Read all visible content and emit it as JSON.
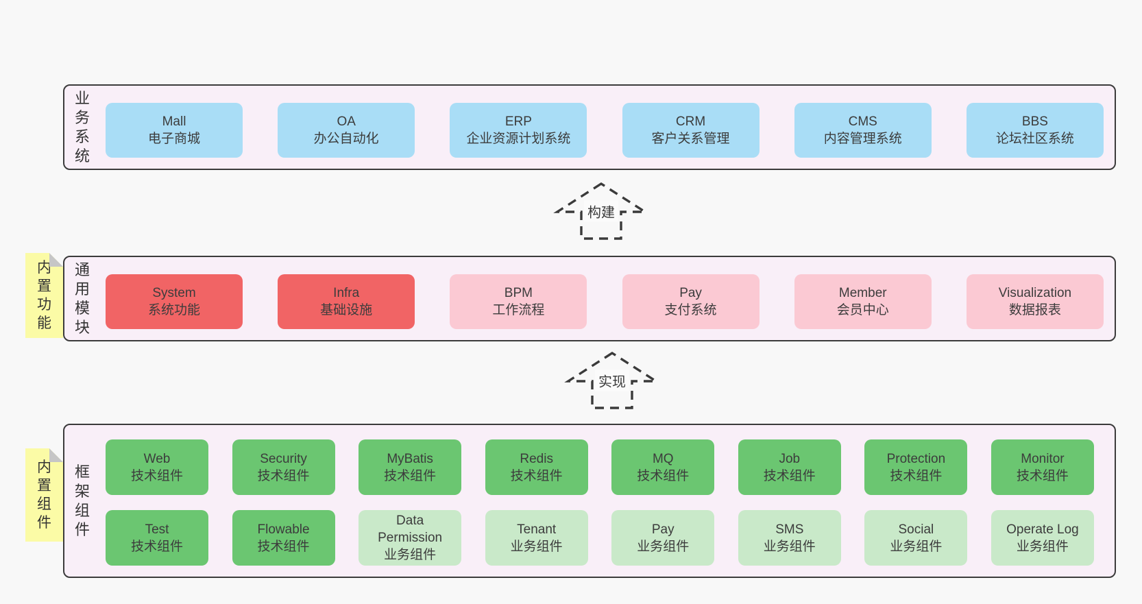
{
  "colors": {
    "page_bg": "#f8f8f8",
    "section_bg": "#f9eff8",
    "section_border": "#3b3b3b",
    "blue": "#a9ddf6",
    "red": "#f16465",
    "pink": "#fbc9d3",
    "green": "#6bc671",
    "lightgreen": "#c9e9c9",
    "yellow": "#fbfba6",
    "fold_gray": "#c6c6c6",
    "text": "#3c3c3c"
  },
  "sections": [
    {
      "id": "business-systems",
      "label": "业务系统",
      "rows": [
        [
          {
            "name": "Mall",
            "desc": "电子商城",
            "variant": "blue"
          },
          {
            "name": "OA",
            "desc": "办公自动化",
            "variant": "blue"
          },
          {
            "name": "ERP",
            "desc": "企业资源计划系统",
            "variant": "blue"
          },
          {
            "name": "CRM",
            "desc": "客户关系管理",
            "variant": "blue"
          },
          {
            "name": "CMS",
            "desc": "内容管理系统",
            "variant": "blue"
          },
          {
            "name": "BBS",
            "desc": "论坛社区系统",
            "variant": "blue"
          }
        ]
      ]
    },
    {
      "id": "common-modules",
      "label": "通用模块",
      "note": "内置功能",
      "rows": [
        [
          {
            "name": "System",
            "desc": "系统功能",
            "variant": "red"
          },
          {
            "name": "Infra",
            "desc": "基础设施",
            "variant": "red"
          },
          {
            "name": "BPM",
            "desc": "工作流程",
            "variant": "pink"
          },
          {
            "name": "Pay",
            "desc": "支付系统",
            "variant": "pink"
          },
          {
            "name": "Member",
            "desc": "会员中心",
            "variant": "pink"
          },
          {
            "name": "Visualization",
            "desc": "数据报表",
            "variant": "pink"
          }
        ]
      ]
    },
    {
      "id": "framework-components",
      "label": "框架组件",
      "note": "内置组件",
      "rows": [
        [
          {
            "name": "Web",
            "desc": "技术组件",
            "variant": "green"
          },
          {
            "name": "Security",
            "desc": "技术组件",
            "variant": "green"
          },
          {
            "name": "MyBatis",
            "desc": "技术组件",
            "variant": "green"
          },
          {
            "name": "Redis",
            "desc": "技术组件",
            "variant": "green"
          },
          {
            "name": "MQ",
            "desc": "技术组件",
            "variant": "green"
          },
          {
            "name": "Job",
            "desc": "技术组件",
            "variant": "green"
          },
          {
            "name": "Protection",
            "desc": "技术组件",
            "variant": "green"
          },
          {
            "name": "Monitor",
            "desc": "技术组件",
            "variant": "green"
          }
        ],
        [
          {
            "name": "Test",
            "desc": "技术组件",
            "variant": "green"
          },
          {
            "name": "Flowable",
            "desc": "技术组件",
            "variant": "green"
          },
          {
            "name": "Data Permission",
            "desc": "业务组件",
            "variant": "lightgreen"
          },
          {
            "name": "Tenant",
            "desc": "业务组件",
            "variant": "lightgreen"
          },
          {
            "name": "Pay",
            "desc": "业务组件",
            "variant": "lightgreen"
          },
          {
            "name": "SMS",
            "desc": "业务组件",
            "variant": "lightgreen"
          },
          {
            "name": "Social",
            "desc": "业务组件",
            "variant": "lightgreen"
          },
          {
            "name": "Operate Log",
            "desc": "业务组件",
            "variant": "lightgreen"
          }
        ]
      ]
    }
  ],
  "arrows": [
    {
      "label": "构建"
    },
    {
      "label": "实现"
    }
  ]
}
